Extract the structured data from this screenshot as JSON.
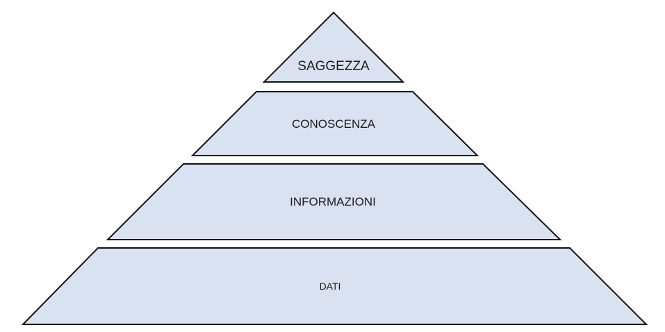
{
  "diagram": {
    "type": "pyramid",
    "fill_color": "#dae2f2",
    "stroke_color": "#111111",
    "levels": [
      {
        "label": "SAGGEZZA"
      },
      {
        "label": "CONOSCENZA"
      },
      {
        "label": "INFORMAZIONI"
      },
      {
        "label": "DATI"
      }
    ]
  }
}
